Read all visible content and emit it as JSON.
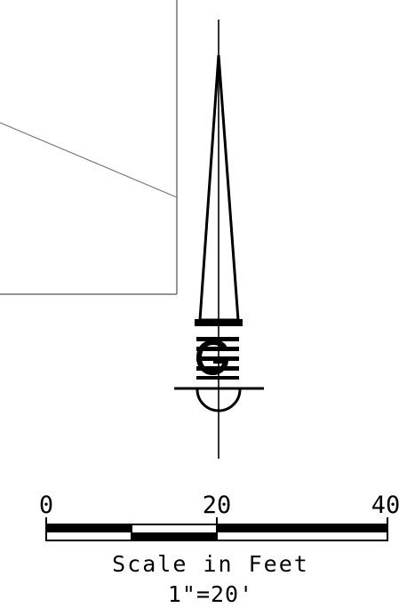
{
  "scale_bar": {
    "tick_labels": [
      "0",
      "20",
      "40"
    ],
    "caption": "Scale in Feet",
    "ratio": "1\"=20'"
  },
  "north_arrow": {
    "symbol": "G"
  },
  "icons": {
    "north_arrow": "north-arrow-icon",
    "logo": "logo-g-icon"
  },
  "colors": {
    "ink": "#000000",
    "frame": "#555555",
    "paper": "#ffffff"
  }
}
